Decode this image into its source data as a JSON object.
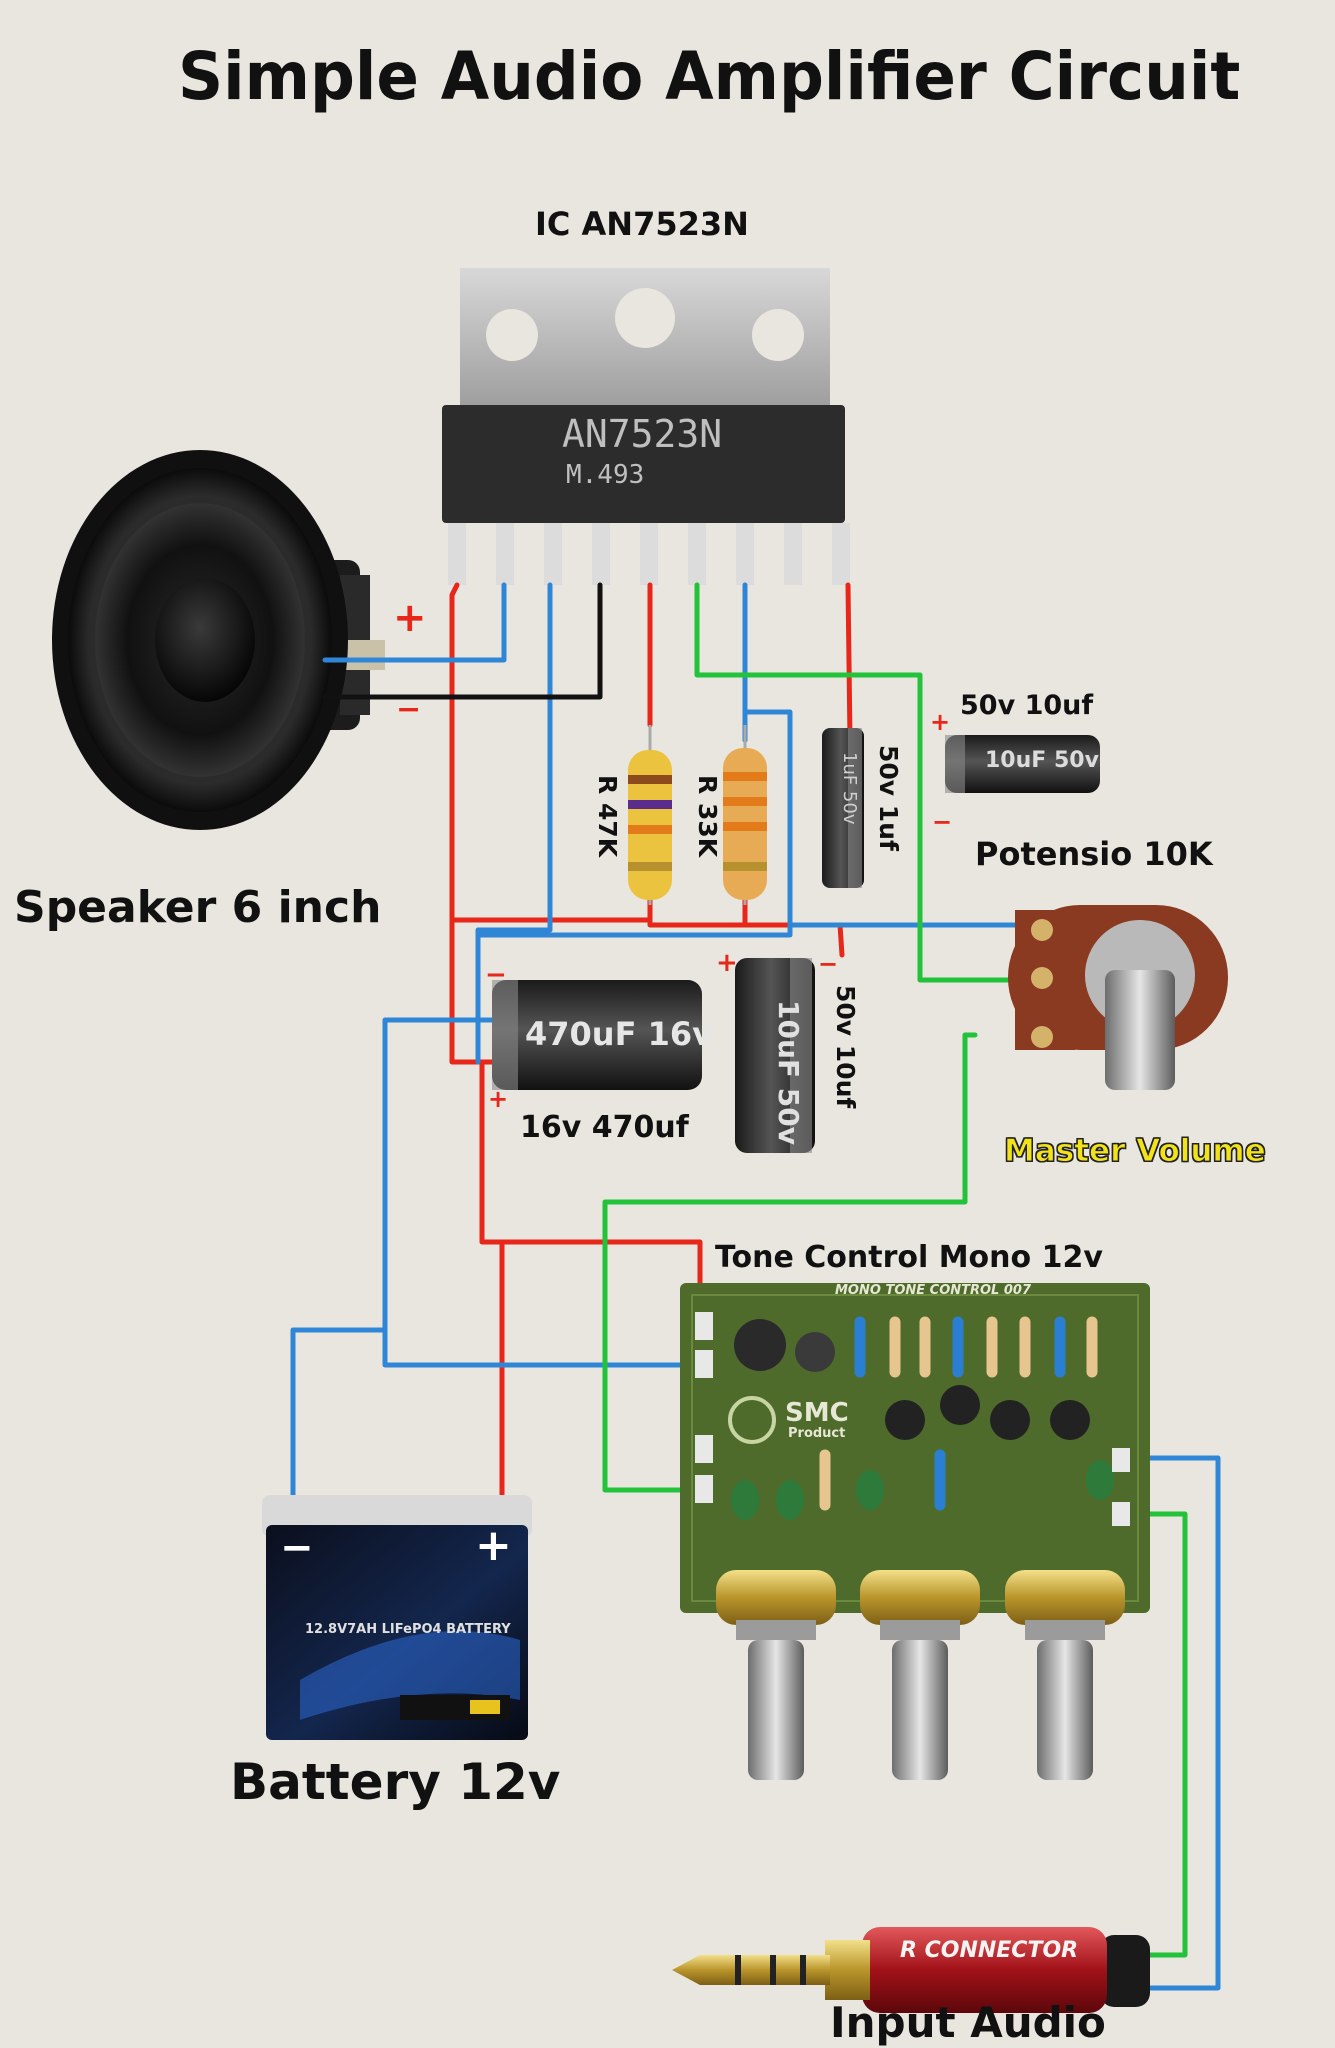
{
  "title": "Simple Audio Amplifier Circuit",
  "ic": {
    "label": "IC AN7523N",
    "body_marking": "AN7523N",
    "body_marking_sub": "M.493"
  },
  "speaker": {
    "label": "Speaker 6 inch",
    "plus": "+",
    "minus": "−"
  },
  "resistors": {
    "r1_label": "R 47K",
    "r2_label": "R 33K"
  },
  "capacitors": {
    "c_1uf_label": "50v 1uf",
    "c_top_label": "50v 10uf",
    "c_mid_label": "50v 10uf",
    "c_470_label": "16v 470uf",
    "c_top_body": "10uF 50v",
    "c_mid_body": "10uF 50v",
    "c_470_body": "470uF 16v",
    "c_1uf_body": "1uF 50v",
    "plus": "+",
    "minus": "−"
  },
  "potentiometer": {
    "label": "Potensio 10K",
    "caption": "Master Volume"
  },
  "tone_control": {
    "label": "Tone Control Mono 12v",
    "board_title": "MONO TONE CONTROL 007",
    "board_brand": "SMC",
    "board_brand_sub": "Product"
  },
  "battery": {
    "label": "Battery 12v",
    "plus": "+",
    "minus": "−",
    "body_text": "12.8V7AH LIFePO4 BATTERY"
  },
  "input": {
    "label": "Input Audio",
    "connector_brand": "R CONNECTOR"
  },
  "colors": {
    "background": "#e9e6df",
    "wire_red": "#e8271b",
    "wire_blue": "#2f86d6",
    "wire_green": "#22c23a",
    "wire_black": "#111111",
    "board_green": "#4f6b2b",
    "master_volume_text": "#f2e21a"
  }
}
